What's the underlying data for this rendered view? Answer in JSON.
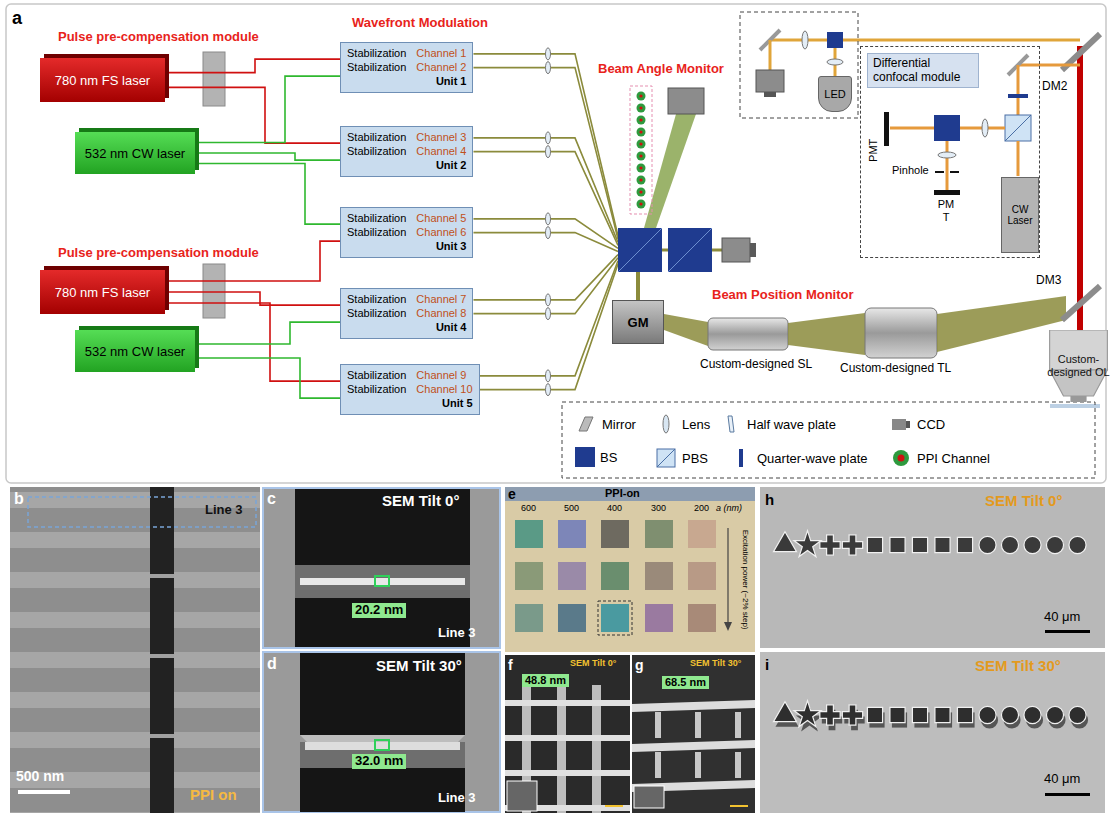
{
  "diagram": {
    "nodes": [
      {
        "text": [
          "780 nm FS laser"
        ]
      },
      {
        "text": [
          "532 nm CW laser"
        ]
      },
      {
        "text": [
          "780 nm FS laser"
        ]
      },
      {
        "text": [
          "532 nm CW laser"
        ]
      },
      {
        "text": [
          "Stabilization",
          "Channel 1",
          "Stabilization",
          "Channel 2",
          "Unit 1"
        ]
      },
      {
        "text": [
          "Stabilization",
          "Channel 3",
          "Stabilization",
          "Channel 4",
          "Unit 2"
        ]
      },
      {
        "text": [
          "Stabilization",
          "Channel 5",
          "Stabilization",
          "Channel 6",
          "Unit 3"
        ]
      },
      {
        "text": [
          "Stabilization",
          "Channel 7",
          "Stabilization",
          "Channel 8",
          "Unit 4"
        ]
      },
      {
        "text": [
          "Stabilization",
          "Channel 9",
          "Stabilization",
          "Channel 10",
          "Unit 5"
        ]
      },
      {
        "text": [
          "GM"
        ]
      },
      {
        "text": [
          "LED"
        ]
      },
      {
        "text": [
          "Differential confocal module"
        ]
      },
      {
        "text": [
          "CW Laser"
        ],
        "in": 11
      },
      {
        "text": [
          "Custom-designed OL"
        ]
      }
    ],
    "edges": [
      {
        "from": 0,
        "to": 4,
        "arrow": "none"
      },
      {
        "from": 0,
        "to": 5,
        "arrow": "none"
      },
      {
        "from": 1,
        "to": 4,
        "arrow": "none"
      },
      {
        "from": 1,
        "to": 5,
        "arrow": "none"
      },
      {
        "from": 1,
        "to": 6,
        "arrow": "none"
      },
      {
        "from": 2,
        "to": 6,
        "arrow": "none"
      },
      {
        "from": 2,
        "to": 7,
        "arrow": "none"
      },
      {
        "from": 2,
        "to": 8,
        "arrow": "none"
      },
      {
        "from": 3,
        "to": 7,
        "arrow": "none"
      },
      {
        "from": 3,
        "to": 8,
        "arrow": "none"
      }
    ],
    "labels": [
      "a",
      "Pulse pre-compensation module",
      "Pulse pre-compensation module",
      "Wavefront Modulation",
      "Beam Angle Monitor",
      "Beam Position Monitor",
      "DM2",
      "DM3",
      "Pinhole",
      "PMT",
      "PM T",
      "Custom-designed SL",
      "Custom-designed TL",
      "b",
      "Line 3",
      "500 nm",
      "PPI on",
      "c",
      "SEM Tilt 0°",
      "20.2 nm",
      "Line 3",
      "d",
      "SEM Tilt 30°",
      "32.0 nm",
      "Line 3",
      "e",
      "PPI-on",
      "600",
      "500",
      "400",
      "300",
      "200",
      "a (nm)",
      "Excitation power (~2% step)",
      "f",
      "SEM Tilt 0°",
      "48.8 nm",
      "g",
      "SEM Tilt 30°",
      "68.5 nm",
      "h",
      "SEM Tilt 0°",
      "40 μm",
      "i",
      "SEM Tilt 30°",
      "40 μm"
    ],
    "legend": [
      {
        "text": "Mirror"
      },
      {
        "text": "Lens"
      },
      {
        "text": "Half wave plate"
      },
      {
        "text": "CCD"
      },
      {
        "text": "BS",
        "color": "#1f3b8f"
      },
      {
        "text": "PBS"
      },
      {
        "text": "Quarter-wave plate"
      },
      {
        "text": "PPI Channel"
      }
    ]
  }
}
